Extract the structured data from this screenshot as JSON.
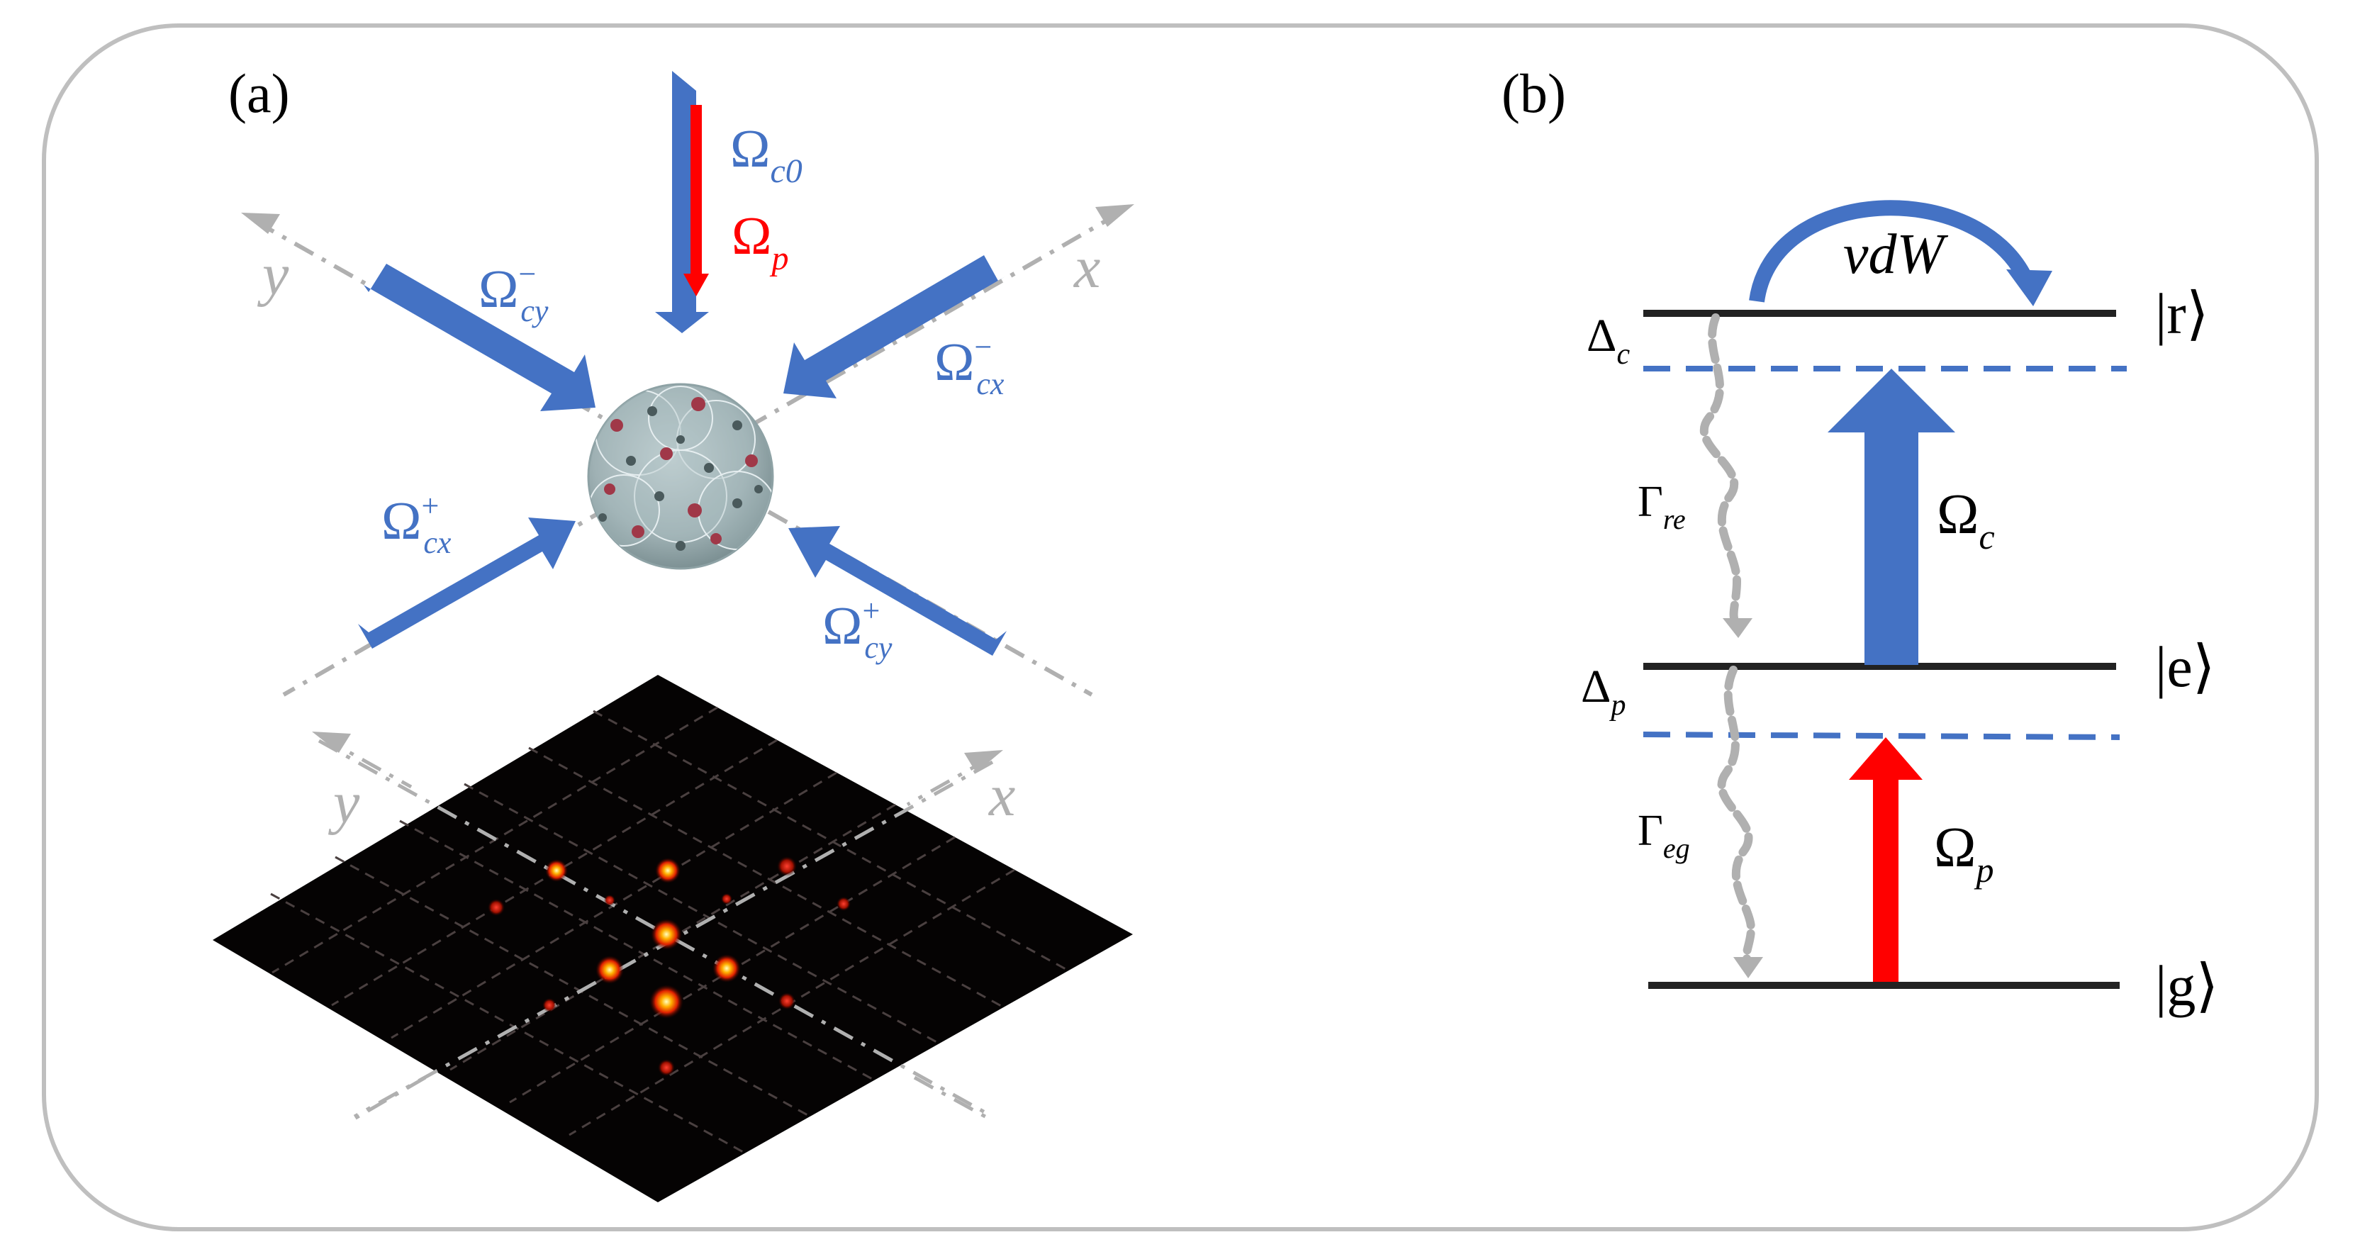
{
  "panel_a": {
    "label": "(a)",
    "beam_top": {
      "symbol": "Ω",
      "sub": "c0"
    },
    "probe": {
      "symbol": "Ω",
      "sub": "p"
    },
    "beam_ym": {
      "symbol": "Ω",
      "sup": "−",
      "sub": "cy"
    },
    "beam_xm": {
      "symbol": "Ω",
      "sup": "−",
      "sub": "cx"
    },
    "beam_xp": {
      "symbol": "Ω",
      "sup": "+",
      "sub": "cx"
    },
    "beam_yp": {
      "symbol": "Ω",
      "sup": "+",
      "sub": "cy"
    },
    "axis_y_upper": "y",
    "axis_x_upper": "x",
    "axis_y_lower": "y",
    "axis_x_lower": "x"
  },
  "panel_b": {
    "label": "(b)",
    "vdw": "vdW",
    "level_r": "|r⟩",
    "level_e": "|e⟩",
    "level_g": "|g⟩",
    "delta_c": {
      "symbol": "Δ",
      "sub": "c"
    },
    "delta_p": {
      "symbol": "Δ",
      "sub": "p"
    },
    "gamma_re": {
      "symbol": "Γ",
      "sub": "re"
    },
    "gamma_eg": {
      "symbol": "Γ",
      "sub": "eg"
    },
    "omega_c": {
      "symbol": "Ω",
      "sub": "c"
    },
    "omega_p": {
      "symbol": "Ω",
      "sub": "p"
    }
  },
  "colors": {
    "coupling_blue": "#4472c4",
    "probe_red": "#ff0000",
    "axis_gray": "#b0b0b0",
    "level_black": "#222222",
    "frame_gray": "#bfbfbf"
  }
}
